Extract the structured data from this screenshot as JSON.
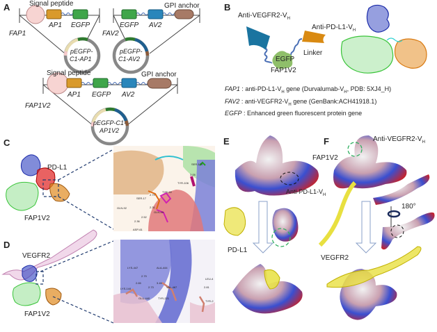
{
  "panels": {
    "a": {
      "label": "A",
      "fap1": {
        "name": "FAP1",
        "signal": "Signal peptide",
        "ap1": "AP1",
        "egfp": "EGFP",
        "plasmid1": "pEGFP-",
        "plasmid2": "C1-AP1"
      },
      "fav2": {
        "name": "FAV2",
        "gpi": "GPI anchor",
        "egfp": "EGFP",
        "av2": "AV2",
        "plasmid1": "pEGFP-",
        "plasmid2": "C1-AV2"
      },
      "fap1v2": {
        "name": "FAP1V2",
        "signal": "Signal peptide",
        "gpi": "GPI anchor",
        "ap1": "AP1",
        "egfp": "EGFP",
        "av2": "AV2",
        "plasmid1": "pEGFP-C1-",
        "plasmid2": "AP1V2"
      }
    },
    "b": {
      "label": "B",
      "vegfr2_vh": "Anti-VEGFR2-V",
      "pdl1_vh": "Anti-PD-L1-V",
      "sub_h": "H",
      "linker": "Linker",
      "egfp": "EGFP",
      "fap1v2": "FAP1V2",
      "legend": [
        {
          "key": "FAP1",
          "text1": " : anti-PD-L1-V",
          "text2": " gene (Durvalumab-V",
          "text3": ", PDB: 5XJ4_H)"
        },
        {
          "key": "FAV2",
          "text1": " : anti-VEGFR2-V",
          "text2": " gene (GenBank:ACH41918.1)"
        },
        {
          "key": "EGFP",
          "text1": " : Enhanced green fluorescent protein gene"
        }
      ]
    },
    "c": {
      "label": "C",
      "pdl1": "PD-L1",
      "fap1v2": "FAP1V2",
      "residues": [
        "SER-170",
        "TYR-106",
        "3.05",
        "TYR-59",
        "2.79",
        "SER-17",
        "GLN-92",
        "2.31",
        "GLN-49",
        "2.52",
        "2.36",
        "ASP-61"
      ]
    },
    "d": {
      "label": "D",
      "vegfr2": "VEGFR2",
      "fap1v2": "FAP1V2",
      "residues": [
        "LYS-447",
        "ALA-444",
        "2.79",
        "2.65",
        "3.45",
        "2.73",
        "VAL-467",
        "LYS-144",
        "GLU-440",
        "TYR-221",
        "LEU-4",
        "2.81",
        "TYR-2"
      ]
    },
    "e": {
      "label": "E",
      "vh": "Anti-PD-L1-V",
      "sub_h": "H",
      "pdl1": "PD-L1"
    },
    "f": {
      "label": "F",
      "vh": "Anti-VEGFR2-V",
      "sub_h": "H",
      "fap1v2": "FAP1V2",
      "rotation": "180°",
      "vegfr2": "VEGFR2"
    }
  },
  "colors": {
    "ap1": "#d99a2b",
    "egfp": "#3fa64a",
    "av2": "#2a86bb",
    "gpi": "#a77a66",
    "signal": "#f7d4d2",
    "linker": "#4a6fb5"
  }
}
